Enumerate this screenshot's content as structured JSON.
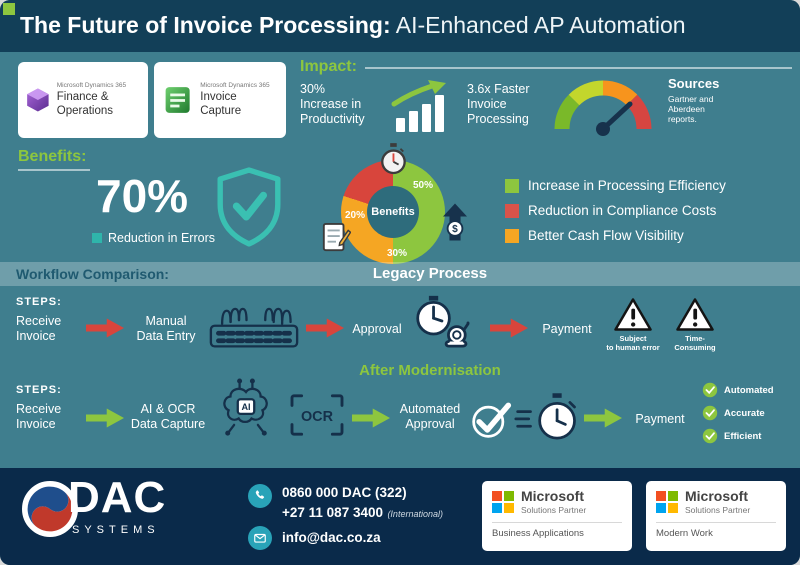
{
  "header": {
    "title_bold": "The Future of Invoice Processing:",
    "title_light": " AI-Enhanced AP Automation"
  },
  "products": [
    {
      "brand": "Microsoft Dynamics 365",
      "name": "Finance & Operations"
    },
    {
      "brand": "Microsoft Dynamics 365",
      "name": "Invoice Capture"
    }
  ],
  "impact": {
    "heading": "Impact:",
    "stat_productivity": "30%\nIncrease in\nProductivity",
    "stat_speed": "3.6x Faster\nInvoice\nProcessing",
    "sources_title": "Sources",
    "sources_body": "Gartner and\nAberdeen\nreports."
  },
  "benefits": {
    "heading": "Benefits:",
    "big_stat": "70%",
    "big_stat_label": "Reduction in Errors",
    "donut_center_label": "Benefits",
    "dollar_symbol": "$",
    "segment_labels": {
      "green": "50%",
      "orange": "30%",
      "red": "20%"
    },
    "legend": [
      {
        "label": "Increase in Processing Efficiency",
        "color": "#8dc63f"
      },
      {
        "label": "Reduction in Compliance Costs",
        "color": "#d9534a"
      },
      {
        "label": "Better Cash Flow Visibility",
        "color": "#f5a623"
      }
    ]
  },
  "chart_data": [
    {
      "type": "pie",
      "donut": true,
      "title": "Benefits",
      "labels": [
        "Increase in Processing Efficiency",
        "Better Cash Flow Visibility",
        "Reduction in Compliance Costs"
      ],
      "values": [
        50,
        30,
        20
      ],
      "colors": [
        "#8dc63f",
        "#f5a623",
        "#d9534a"
      ],
      "data_labels": [
        "50%",
        "30%",
        "20%"
      ],
      "legend_position": "right"
    },
    {
      "type": "gauge",
      "label": "3.6x Faster Invoice Processing",
      "segments": [
        "#7ab929",
        "#c3d62c",
        "#f7941d",
        "#d64541"
      ],
      "needle": "high"
    }
  ],
  "workflow": {
    "heading": "Workflow Comparison:",
    "legacy": {
      "title": "Legacy Process",
      "steps_label": "STEPS:",
      "receive": "Receive\nInvoice",
      "manual": "Manual\nData Entry",
      "approval": "Approval",
      "payment": "Payment",
      "warning1": "Subject\nto human error",
      "warning2": "Time-\nConsuming"
    },
    "modern": {
      "title": "After Modernisation",
      "steps_label": "STEPS:",
      "receive": "Receive\nInvoice",
      "capture": "AI & OCR\nData Capture",
      "ai_label": "AI",
      "ocr_label": "OCR",
      "approval": "Automated\nApproval",
      "payment": "Payment",
      "checks": [
        "Automated",
        "Accurate",
        "Efficient"
      ]
    }
  },
  "footer": {
    "logo_text": "DAC",
    "logo_sub": "SYSTEMS",
    "phone1": "0860 000 DAC (322)",
    "phone2": "+27 11 087 3400",
    "phone2_note": "(International)",
    "email": "info@dac.co.za",
    "partners": [
      {
        "brand": "Microsoft",
        "sub": "Solutions Partner",
        "area": "Business Applications"
      },
      {
        "brand": "Microsoft",
        "sub": "Solutions Partner",
        "area": "Modern Work"
      }
    ]
  },
  "colors": {
    "bg": "#3f7e8e",
    "header_bg": "#123f58",
    "footer_bg": "#0a2a4a",
    "green": "#8dc63f",
    "red": "#d8453c",
    "orange": "#f5a623",
    "teal": "#2fb5ab"
  }
}
